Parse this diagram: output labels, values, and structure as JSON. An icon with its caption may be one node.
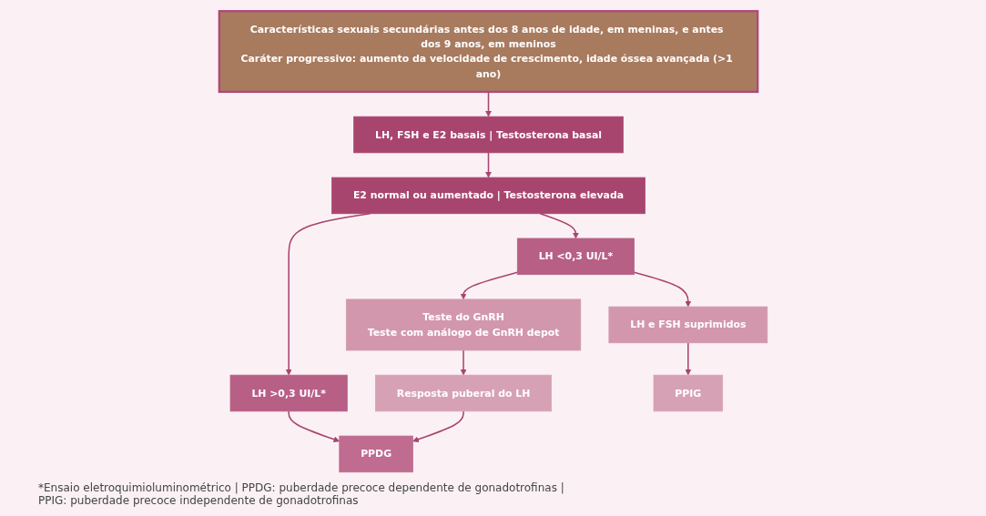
{
  "diagram": {
    "nodes": [
      {
        "text": [
          "Características sexuais secundárias antes dos 8 anos de idade, em meninas, e antes dos 9 anos, em meninos",
          "Caráter progressivo: aumento da velocidade de crescimento, idade óssea avançada (>1 ano)"
        ]
      },
      {
        "text": [
          "LH, FSH e E2 basais | Testosterona basal"
        ]
      },
      {
        "text": [
          "E2 normal ou aumentado | Testosterona elevada"
        ]
      },
      {
        "text": [
          "LH >0,3 UI/L*"
        ]
      },
      {
        "text": [
          "LH <0,3 UI/L*"
        ]
      },
      {
        "text": [
          "PPDG"
        ]
      },
      {
        "text": [
          "Teste do GnRH",
          "Teste com análogo de GnRH depot"
        ]
      },
      {
        "text": [
          "LH e FSH suprimidos"
        ]
      },
      {
        "text": [
          "Resposta puberal do LH"
        ]
      },
      {
        "text": [
          "PPIG"
        ]
      }
    ],
    "edges": [
      {
        "from": 0,
        "to": 1,
        "arrow": "to"
      },
      {
        "from": 1,
        "to": 2,
        "arrow": "to"
      },
      {
        "from": 2,
        "to": 3,
        "arrow": "to"
      },
      {
        "from": 2,
        "to": 4,
        "arrow": "to"
      },
      {
        "from": 3,
        "to": 5,
        "arrow": "to"
      },
      {
        "from": 4,
        "to": 6,
        "arrow": "to"
      },
      {
        "from": 4,
        "to": 7,
        "arrow": "to"
      },
      {
        "from": 6,
        "to": 8,
        "arrow": "to"
      },
      {
        "from": 8,
        "to": 5,
        "arrow": "to"
      },
      {
        "from": 7,
        "to": 9,
        "arrow": "to"
      }
    ],
    "labels": [
      "*Ensaio eletroquimioluminométrico | PPDG: puberdade precoce dependente de gonadotrofinas | PPIG: puberdade precoce independente de gonadotrofinas"
    ]
  }
}
